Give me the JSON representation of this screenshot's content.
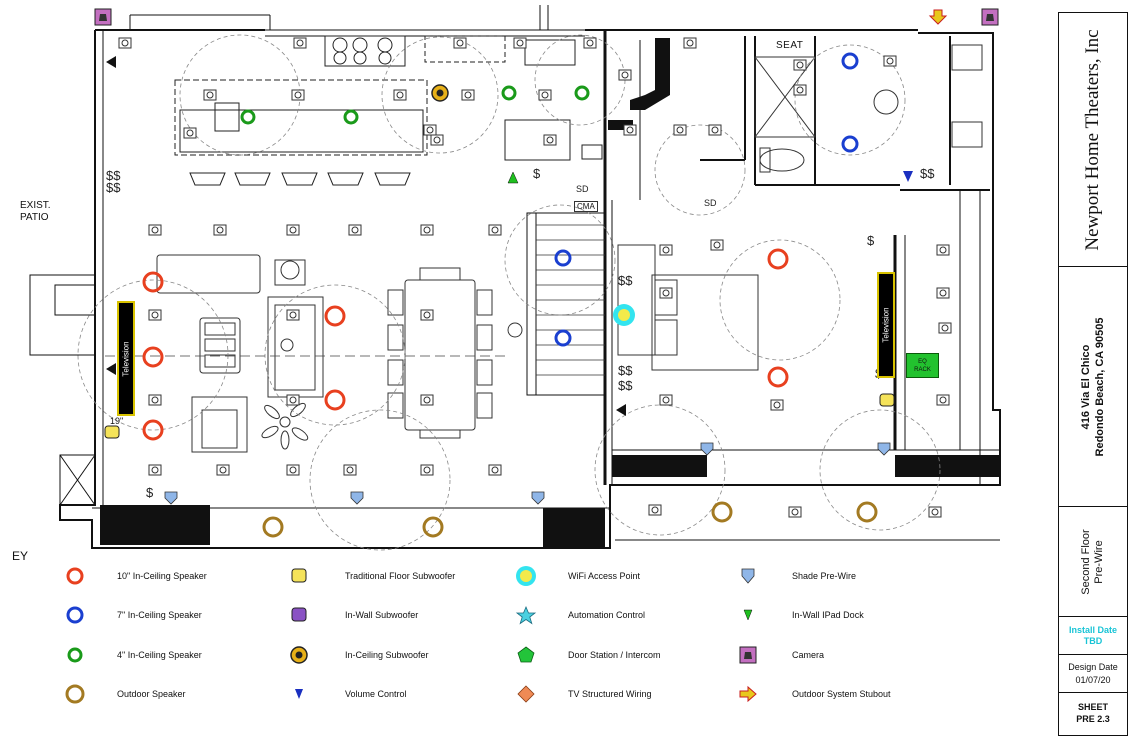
{
  "title_block": {
    "company": "Newport Home Theaters, Inc",
    "address_line1": "416 Via El Chico",
    "address_line2": "Redondo Beach, CA 90505",
    "sheet_title_line1": "Second Floor",
    "sheet_title_line2": "Pre-Wire",
    "install_label": "Install Date",
    "install_value": "TBD",
    "install_color": "#19c4d6",
    "design_label": "Design Date",
    "design_value": "01/07/20",
    "sheet_label": "SHEET",
    "sheet_value": "PRE 2.3"
  },
  "plan_labels": {
    "exist_patio_1": "EXIST.",
    "exist_patio_2": "PATIO",
    "seat": "SEAT",
    "cma": "CMA",
    "tv_size": "19\"",
    "eq_rack_1": "EQ",
    "eq_rack_2": "RACK",
    "key_fragment": "EY"
  },
  "televisions": [
    {
      "label": "Television"
    },
    {
      "label": "Television"
    }
  ],
  "legend": [
    {
      "icon": "ceiling-speaker-10in-icon",
      "label": "10\" In-Ceiling Speaker",
      "color": "#e8401f"
    },
    {
      "icon": "ceiling-speaker-7in-icon",
      "label": "7\" In-Ceiling Speaker",
      "color": "#1a3fd0"
    },
    {
      "icon": "ceiling-speaker-4in-icon",
      "label": "4\" In-Ceiling Speaker",
      "color": "#1a9a1a"
    },
    {
      "icon": "outdoor-speaker-icon",
      "label": "Outdoor Speaker",
      "color": "#a37a22"
    },
    {
      "icon": "floor-subwoofer-icon",
      "label": "Traditional Floor Subwoofer",
      "color": "#f5e35a"
    },
    {
      "icon": "in-wall-subwoofer-icon",
      "label": "In-Wall Subwoofer",
      "color": "#8a52c4"
    },
    {
      "icon": "in-ceiling-subwoofer-icon",
      "label": "In-Ceiling Subwoofer",
      "color": "#e7b018"
    },
    {
      "icon": "volume-control-icon",
      "label": "Volume Control",
      "color": "#1a2fc0"
    },
    {
      "icon": "wifi-access-point-icon",
      "label": "WiFi Access Point",
      "color": "#33e4ef"
    },
    {
      "icon": "automation-control-icon",
      "label": "Automation Control",
      "color": "#4ad0e0"
    },
    {
      "icon": "door-station-icon",
      "label": "Door Station / Intercom",
      "color": "#23c43a"
    },
    {
      "icon": "tv-structured-wiring-icon",
      "label": "TV Structured Wiring",
      "color": "#ef8a55"
    },
    {
      "icon": "shade-prewire-icon",
      "label": "Shade Pre-Wire",
      "color": "#8fb6e8"
    },
    {
      "icon": "in-wall-ipad-dock-icon",
      "label": "In-Wall IPad Dock",
      "color": "#1fbf1f"
    },
    {
      "icon": "camera-icon",
      "label": "Camera",
      "color": "#c36fc0"
    },
    {
      "icon": "outdoor-stubout-icon",
      "label": "Outdoor System Stubout",
      "color": "#e8c81c"
    }
  ]
}
